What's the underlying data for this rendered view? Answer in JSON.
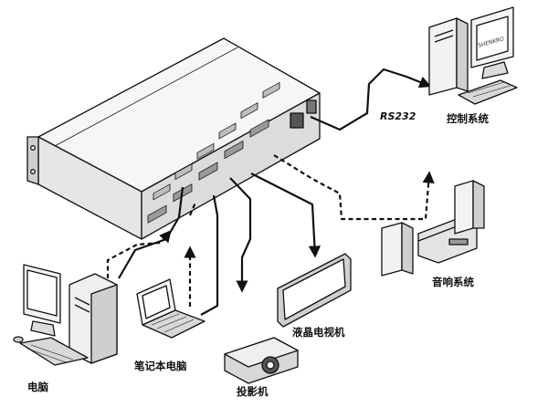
{
  "labels": {
    "rs232": "RS232",
    "control_system": "控制系统",
    "audio_system": "音响系统",
    "lcd_tv": "液晶电视机",
    "laptop": "笔记本电脑",
    "computer": "电脑",
    "projector": "投影机",
    "monitor_brand": "SHENKRO"
  },
  "colors": {
    "line": "#111111",
    "body": "#f4f4f4",
    "shade": "#cfcfcf",
    "dark": "#3a3a3a"
  }
}
